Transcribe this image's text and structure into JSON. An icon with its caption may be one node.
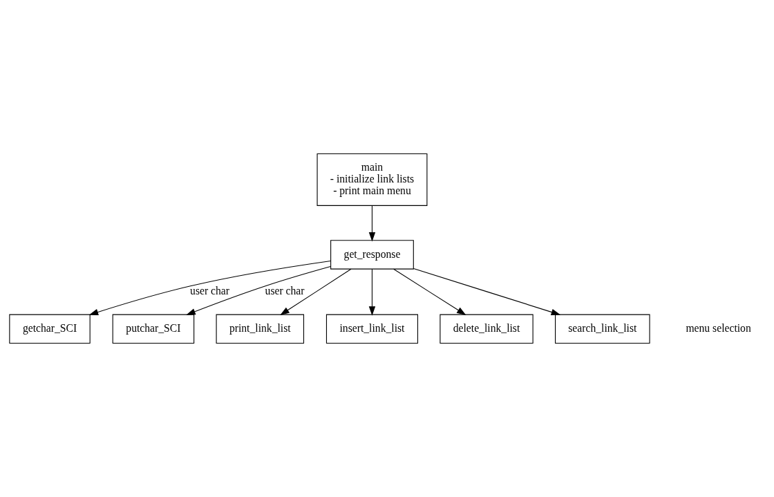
{
  "diagram": {
    "nodes": [
      {
        "text": [
          "main",
          "- initialize link lists",
          "- print main menu"
        ]
      },
      {
        "text": [
          "get_response"
        ]
      },
      {
        "text": [
          "getchar_SCI"
        ]
      },
      {
        "text": [
          "putchar_SCI"
        ]
      },
      {
        "text": [
          "print_link_list"
        ]
      },
      {
        "text": [
          "insert_link_list"
        ]
      },
      {
        "text": [
          "delete_link_list"
        ]
      },
      {
        "text": [
          "search_link_list"
        ]
      }
    ],
    "edges": [
      {
        "from": 0,
        "to": 1,
        "arrow": "to"
      },
      {
        "from": 1,
        "to": 2,
        "arrow": "to",
        "label": "user char"
      },
      {
        "from": 1,
        "to": 3,
        "arrow": "to",
        "label": "user char"
      },
      {
        "from": 1,
        "to": 4,
        "arrow": "to"
      },
      {
        "from": 1,
        "to": 5,
        "arrow": "to"
      },
      {
        "from": 1,
        "to": 6,
        "arrow": "to"
      },
      {
        "from": 1,
        "to": 7,
        "arrow": "to"
      }
    ],
    "labels": [
      "menu selection"
    ]
  }
}
